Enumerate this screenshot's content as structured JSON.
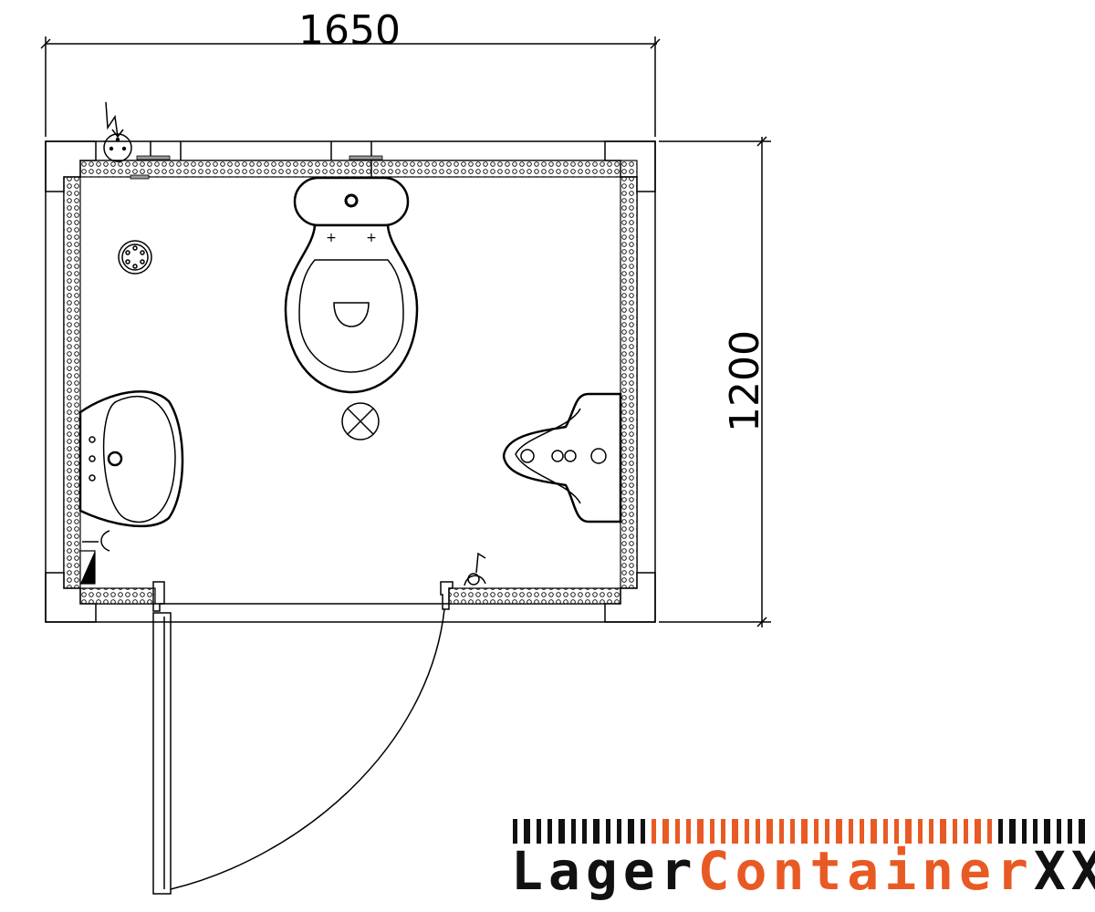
{
  "dimensions": {
    "width_label": "1650",
    "height_label": "1200"
  },
  "fixtures": [
    "electrical-socket",
    "floor-drain-round",
    "toilet",
    "floor-drain-cross",
    "wash-basin",
    "urinal",
    "door",
    "light-switch"
  ],
  "logo": {
    "part1": "Lager",
    "part2": "Container",
    "part3": "XXL",
    "text_color_dark": "#111111",
    "accent_color": "#E85A24"
  }
}
